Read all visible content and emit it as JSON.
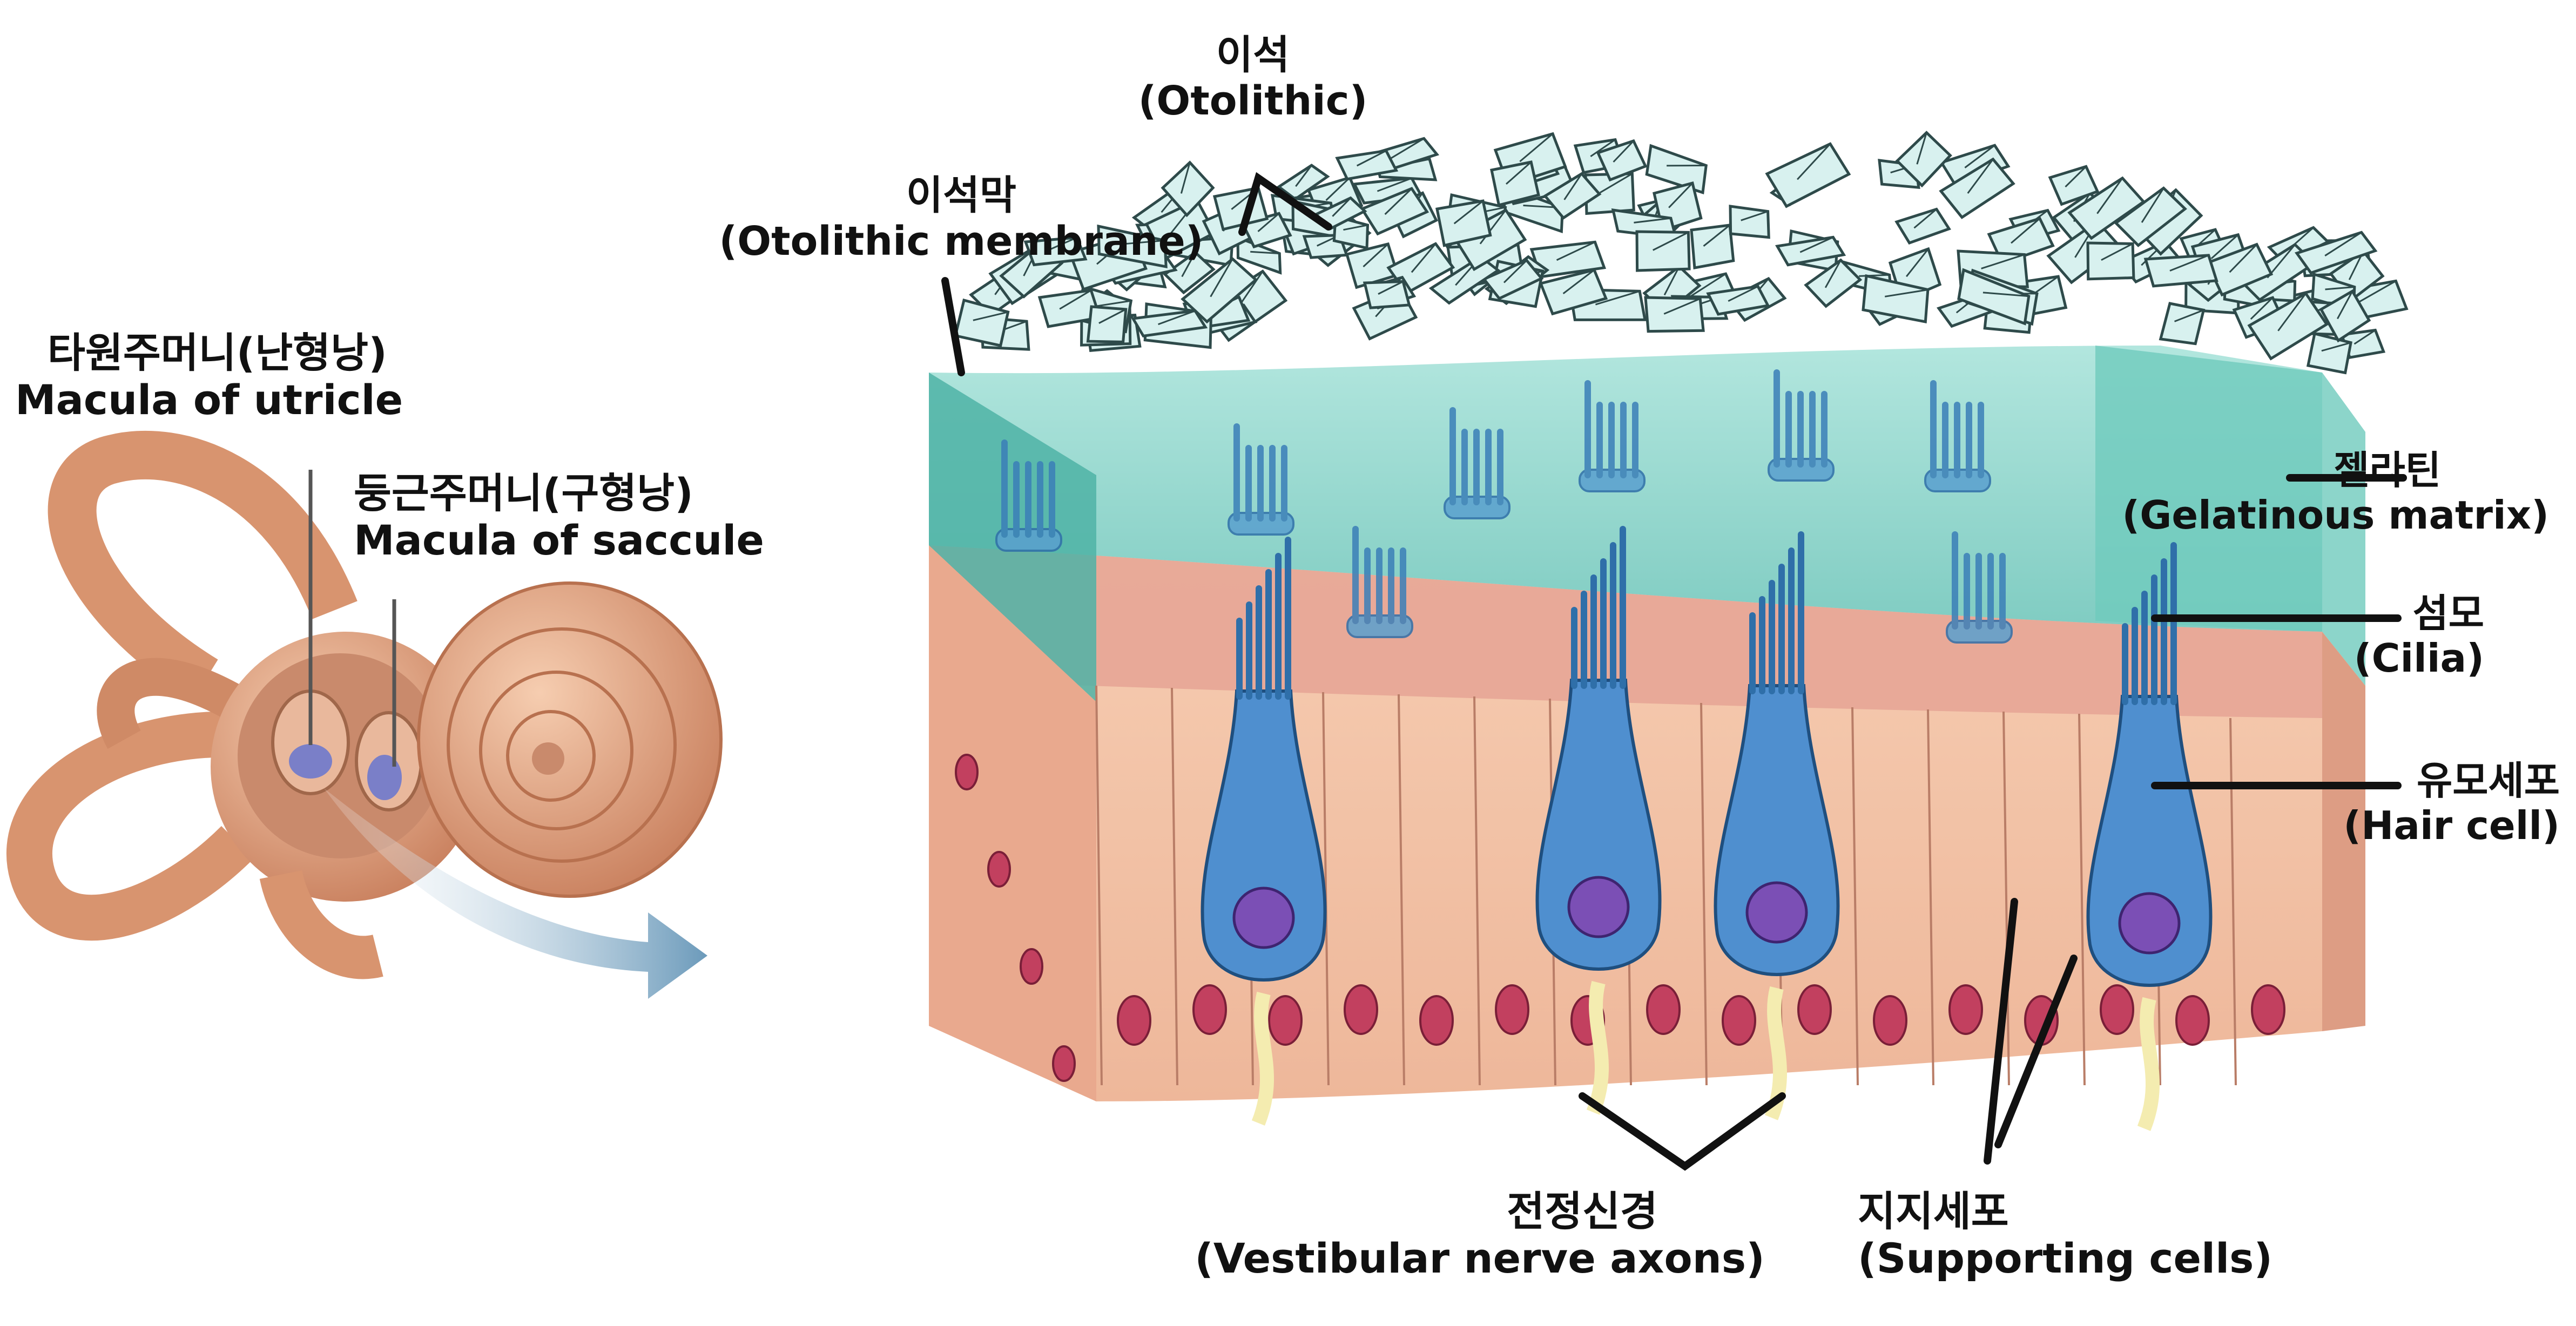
{
  "labels": {
    "otolith_ko": "이석",
    "otolith_en": "(Otolithic)",
    "otolithic_membrane_ko": "이석막",
    "otolithic_membrane_en": "(Otolithic membrane)",
    "utricle_ko": "타원주머니(난형낭)",
    "utricle_en": "Macula of utricle",
    "saccule_ko": "둥근주머니(구형낭)",
    "saccule_en": "Macula of saccule",
    "gelatin_ko": "젤라틴",
    "gelatin_en": "(Gelatinous matrix)",
    "cilia_ko": "섬모",
    "cilia_en": "(Cilia)",
    "hair_cell_ko": "유모세포",
    "hair_cell_en": "(Hair cell)",
    "nerve_ko": "전정신경",
    "nerve_en": "(Vestibular nerve axons)",
    "support_ko": "지지세포",
    "support_en": "(Supporting cells)"
  },
  "colors": {
    "gel": "#7fd1c4",
    "gel_dark": "#4fb3a6",
    "crystal": "#d8f1ef",
    "crystal_edge": "#2e4a4a",
    "tissue": "#f3c3a6",
    "tissue_top": "#e8a99a",
    "hair_cell": "#4f8fcf",
    "nucleus": "#7b4fb5",
    "support_nucleus": "#c2405f",
    "nerve": "#f4ecb0",
    "ear": "#e2a785"
  }
}
